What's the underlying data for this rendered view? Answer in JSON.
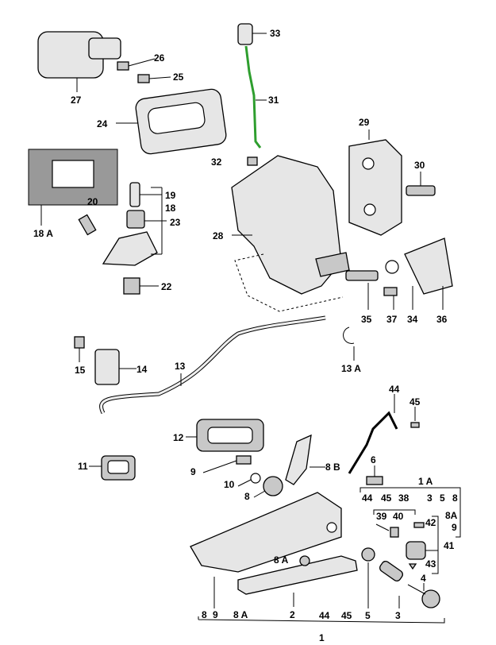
{
  "diagram": {
    "labels": [
      "33",
      "26",
      "25",
      "27",
      "31",
      "24",
      "29",
      "32",
      "30",
      "19",
      "18",
      "20",
      "23",
      "18 A",
      "28",
      "22",
      "35",
      "37",
      "34",
      "36",
      "15",
      "14",
      "13",
      "13 A",
      "44",
      "45",
      "12",
      "11",
      "9",
      "8 B",
      "6",
      "10",
      "8",
      "1 A",
      "44",
      "45",
      "38",
      "3",
      "5",
      "8",
      "39",
      "40",
      "8A",
      "42",
      "9",
      "41",
      "8 A",
      "43",
      "4",
      "8",
      "9",
      "8 A",
      "2",
      "44",
      "45",
      "5",
      "3",
      "1"
    ],
    "accent_color": "#2e9e2e"
  }
}
